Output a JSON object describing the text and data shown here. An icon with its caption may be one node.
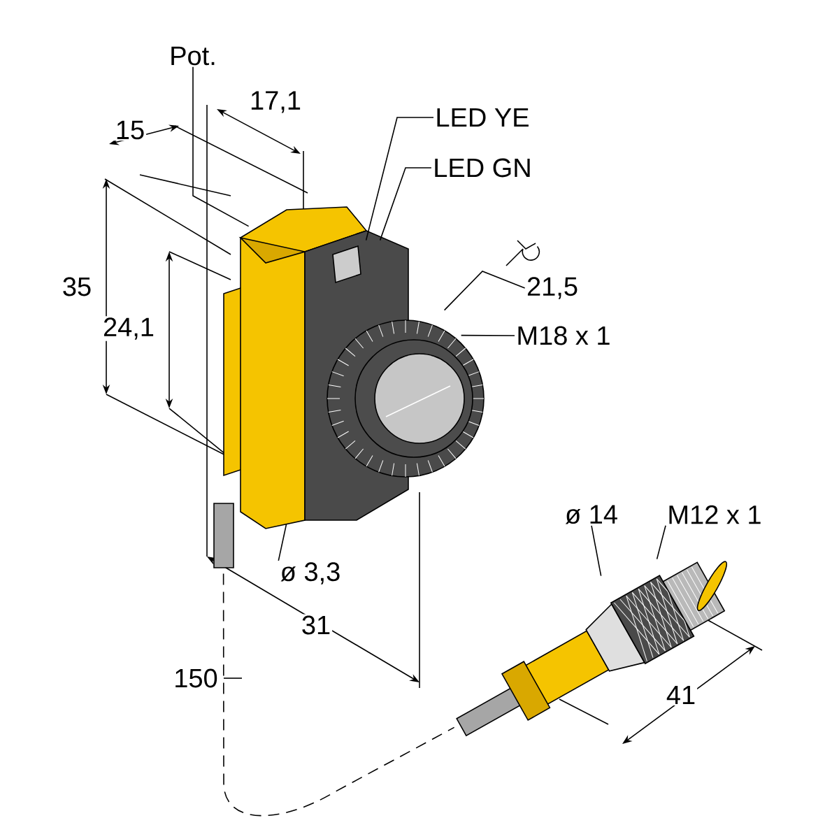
{
  "diagram": {
    "nodes": [
      {
        "text": [
          "Pot."
        ]
      },
      {
        "text": [
          "LED YE"
        ]
      },
      {
        "text": [
          "LED GN"
        ]
      },
      {
        "text": [
          "21,5"
        ]
      },
      {
        "text": [
          "M18 x 1"
        ]
      },
      {
        "text": [
          "ø 3,3"
        ]
      },
      {
        "text": [
          "ø 14"
        ]
      },
      {
        "text": [
          "M12 x 1"
        ]
      },
      {
        "text": [],
        "shape": "picture"
      },
      {
        "text": [],
        "shape": "picture"
      }
    ],
    "edges": [
      {
        "from": 0,
        "to": 8,
        "arrow": "none"
      },
      {
        "from": 1,
        "to": 8,
        "arrow": "none"
      },
      {
        "from": 2,
        "to": 8,
        "arrow": "none"
      },
      {
        "from": 3,
        "to": 8,
        "arrow": "none"
      },
      {
        "from": 4,
        "to": 8,
        "arrow": "none"
      },
      {
        "from": 5,
        "to": 8,
        "arrow": "none"
      },
      {
        "from": 6,
        "to": 9,
        "arrow": "none"
      },
      {
        "from": 7,
        "to": 9,
        "arrow": "none"
      },
      {
        "from": 8,
        "to": 9,
        "arrow": "none",
        "style": "dashed"
      }
    ],
    "labels": [
      "17,1",
      "15",
      "35",
      "24,1",
      "31",
      "150",
      "41"
    ]
  }
}
